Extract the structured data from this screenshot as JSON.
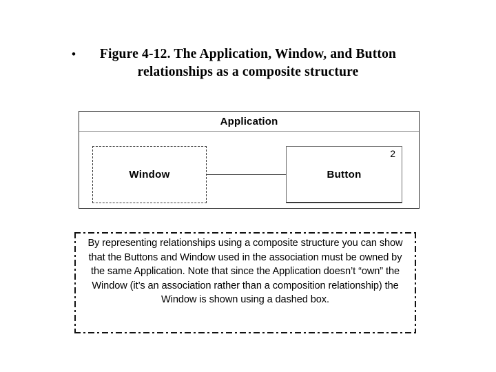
{
  "slide": {
    "bullet_glyph": "•",
    "title": "Figure 4-12. The Application, Window, and Button relationships as a composite structure"
  },
  "diagram": {
    "kind": "uml-composite-structure",
    "classifier": {
      "name": "Application",
      "style": "solid-box",
      "border_color": "#2b2b2b",
      "divider_color": "#8a8a8a",
      "background": "#ffffff"
    },
    "parts": [
      {
        "name": "Window",
        "style": "dashed-box",
        "multiplicity": "",
        "border_color": "#3a3a3a",
        "note": "dashed because the Application does not own the Window"
      },
      {
        "name": "Button",
        "style": "solid-box",
        "multiplicity": "2",
        "border_color": "#6b6b6b",
        "note": "owned part, multiplicity 2"
      }
    ],
    "connector": {
      "kind": "association-connector",
      "from": "Window",
      "to": "Button",
      "color": "#3a3a3a"
    }
  },
  "note": {
    "style": "dash-dot-box",
    "border_color": "#111111",
    "text": "By representing relationships using a composite structure you can show that the Buttons and Window used in the association must be owned by the same Application.  Note that since the Application doesn’t “own” the Window (it’s an association rather than a composition relationship) the Window is shown using a dashed box."
  }
}
